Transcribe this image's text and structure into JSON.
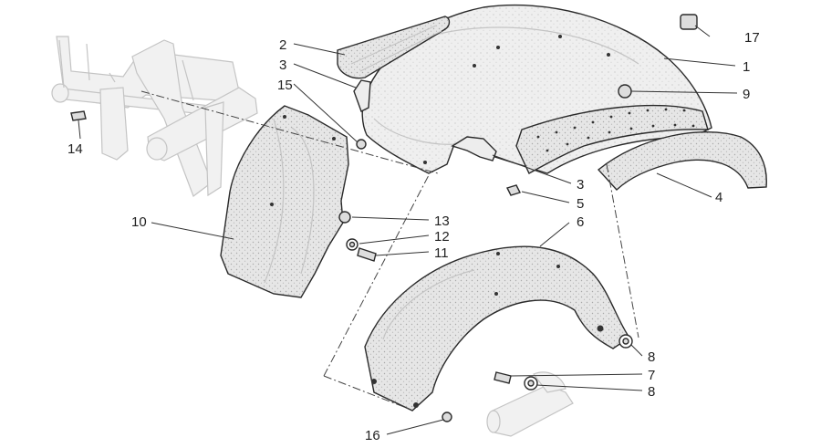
{
  "diagram": {
    "callouts": [
      {
        "id": "c1",
        "label": "1"
      },
      {
        "id": "c2",
        "label": "2"
      },
      {
        "id": "c3a",
        "label": "3"
      },
      {
        "id": "c3b",
        "label": "3"
      },
      {
        "id": "c4",
        "label": "4"
      },
      {
        "id": "c5",
        "label": "5"
      },
      {
        "id": "c6",
        "label": "6"
      },
      {
        "id": "c7",
        "label": "7"
      },
      {
        "id": "c8a",
        "label": "8"
      },
      {
        "id": "c8b",
        "label": "8"
      },
      {
        "id": "c9",
        "label": "9"
      },
      {
        "id": "c10",
        "label": "10"
      },
      {
        "id": "c11",
        "label": "11"
      },
      {
        "id": "c12",
        "label": "12"
      },
      {
        "id": "c13",
        "label": "13"
      },
      {
        "id": "c14",
        "label": "14"
      },
      {
        "id": "c15",
        "label": "15"
      },
      {
        "id": "c16",
        "label": "16"
      },
      {
        "id": "c17",
        "label": "17"
      }
    ]
  }
}
